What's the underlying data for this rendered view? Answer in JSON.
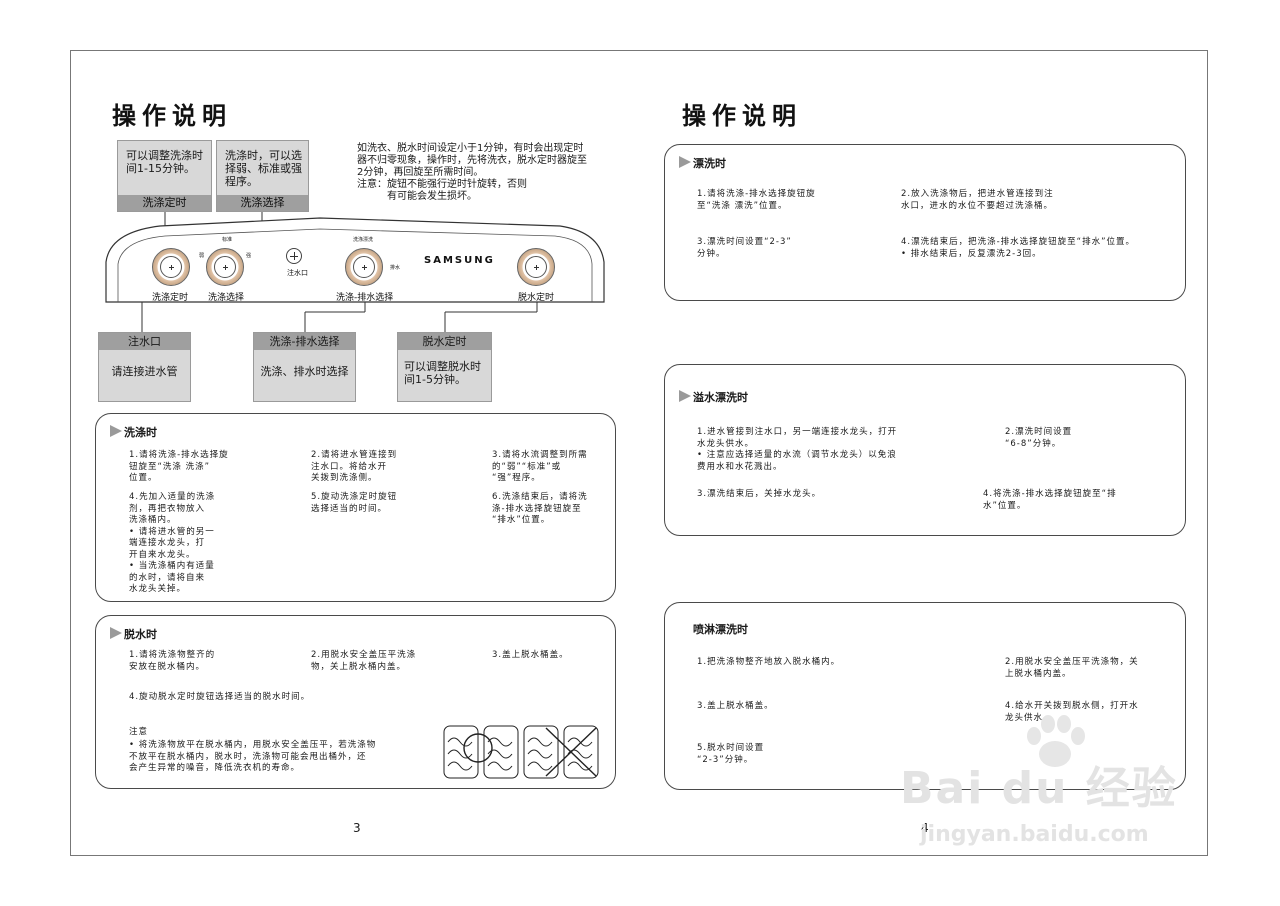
{
  "left": {
    "title": "操作说明",
    "info_boxes": [
      {
        "text": "可以调整洗涤时间1-15分钟。",
        "label": "洗涤定时"
      },
      {
        "text": "洗涤时，可以选择弱、标准或强程序。",
        "label": "洗涤选择"
      }
    ],
    "note": "如洗衣、脱水时间设定小于1分钟，有时会出现定时器不归零现象，操作时，先将洗衣，脱水定时器旋至2分钟，再回旋至所需时间。\n注意：旋钮不能强行逆时针旋转，否则\n　　　有可能会发生损坏。",
    "panel": {
      "brand": "SAMSUNG",
      "dial_labels": [
        "洗涤定时",
        "洗涤选择",
        "洗涤-排水选择",
        "脱水定时"
      ],
      "inlet_label": "注水口",
      "select_marks": [
        "标准",
        "弱",
        "强"
      ],
      "drain_marks": [
        "洗涤漂洗",
        "排水"
      ]
    },
    "bottom_tags": [
      {
        "head": "注水口",
        "body": "请连接进水管"
      },
      {
        "head": "洗涤-排水选择",
        "body": "洗涤、排水时选择"
      },
      {
        "head": "脱水定时",
        "body": "可以调整脱水时间1-5分钟。"
      }
    ],
    "wash": {
      "title": "洗涤时",
      "steps": [
        "1.请将洗涤-排水选择旋\n  钮旋至“洗涤 洗涤”\n  位置。",
        "2.请将进水管连接到\n  注水口。将给水开\n  关拨到洗涤侧。",
        "3.请将水流调整到所需\n  的“弱”“标准”或\n  “强”程序。",
        "4.先加入适量的洗涤\n  剂，再把衣物放入\n  洗涤桶内。\n • 请将进水管的另一\n   端连接水龙头，打\n   开自来水龙头。\n • 当洗涤桶内有适量\n   的水时，请将自来\n   水龙头关掉。",
        "5.旋动洗涤定时旋钮\n  选择适当的时间。",
        "6.洗涤结束后，请将洗\n  涤-排水选择旋钮旋至\n  “排水”位置。"
      ]
    },
    "spin": {
      "title": "脱水时",
      "steps": [
        "1.请将洗涤物整齐的\n  安放在脱水桶内。",
        "2.用脱水安全盖压平洗涤\n  物，关上脱水桶内盖。",
        "3.盖上脱水桶盖。",
        "4.旋动脱水定时旋钮选择适当的脱水时间。"
      ],
      "note_title": "注意",
      "note": " • 将洗涤物放平在脱水桶内，用脱水安全盖压平，若洗涤物\n   不放平在脱水桶内，脱水时，洗涤物可能会甩出桶外，还\n   会产生异常的噪音，降低洗衣机的寿命。"
    },
    "page_number": "3"
  },
  "right": {
    "title": "操作说明",
    "rinse": {
      "title": "漂洗时",
      "steps": [
        "1.请将洗涤-排水选择旋钮旋\n  至“洗涤 漂洗”位置。",
        "2.放入洗涤物后，把进水管连接到注\n  水口，进水的水位不要超过洗涤桶。",
        "3.漂洗时间设置“2-3”\n  分钟。",
        "4.漂洗结束后，把洗涤-排水选择旋钮旋至“排水”位置。\n • 排水结束后，反复漂洗2-3回。"
      ]
    },
    "overflow": {
      "title": "溢水漂洗时",
      "steps": [
        "1.进水管接到注水口，另一端连接水龙头，打开\n  水龙头供水。\n • 注意应选择适量的水流（调节水龙头）以免浪\n   费用水和水花溅出。",
        "2.漂洗时间设置\n  “6-8”分钟。",
        "3.漂洗结束后，关掉水龙头。",
        "4.将洗涤-排水选择旋钮旋至“排\n  水”位置。"
      ]
    },
    "spray": {
      "title": "喷淋漂洗时",
      "steps": [
        "1.把洗涤物整齐地放入脱水桶内。",
        "2.用脱水安全盖压平洗涤物，关\n  上脱水桶内盖。",
        "3.盖上脱水桶盖。",
        "4.给水开关拨到脱水侧，打开水\n  龙头供水。",
        "5.脱水时间设置\n  “2-3”分钟。"
      ]
    },
    "page_number": "4"
  },
  "watermark": {
    "logo": "Bai du 经验",
    "url": "jingyan.baidu.com"
  }
}
